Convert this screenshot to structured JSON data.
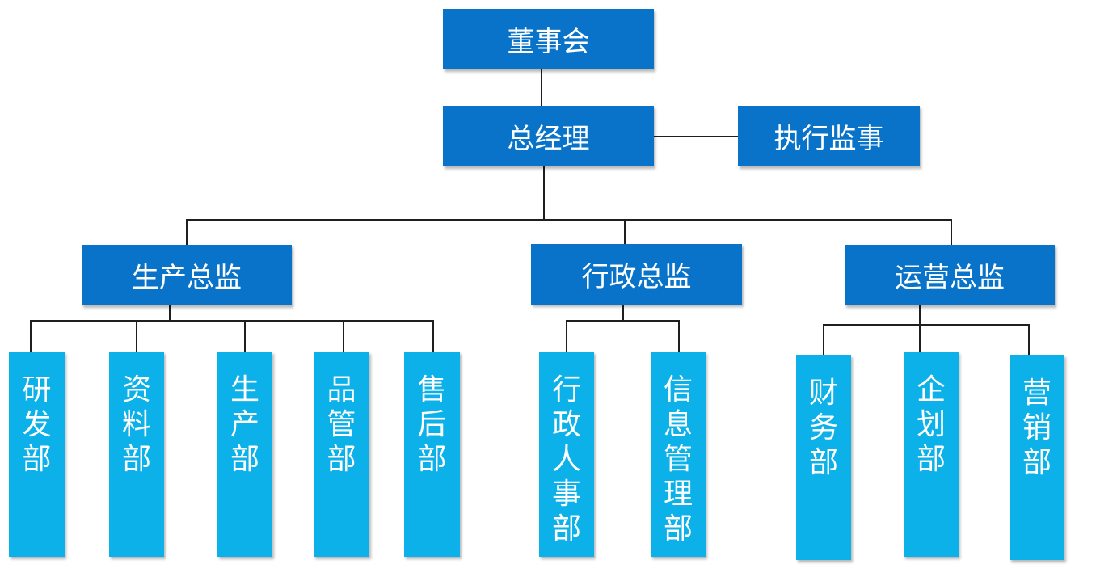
{
  "colors": {
    "level1_fill": "#0873c8",
    "department_fill": "#0bb1e8",
    "text": "#ffffff",
    "connector": "#1f1f1f"
  },
  "board": "董事会",
  "general_manager": "总经理",
  "supervisor": "执行监事",
  "directors": [
    {
      "label": "生产总监",
      "departments": [
        "研发部",
        "资料部",
        "生产部",
        "品管部",
        "售后部"
      ]
    },
    {
      "label": "行政总监",
      "departments": [
        "行政人事部",
        "信息管理部"
      ]
    },
    {
      "label": "运营总监",
      "departments": [
        "财务部",
        "企划部",
        "营销部"
      ]
    }
  ]
}
